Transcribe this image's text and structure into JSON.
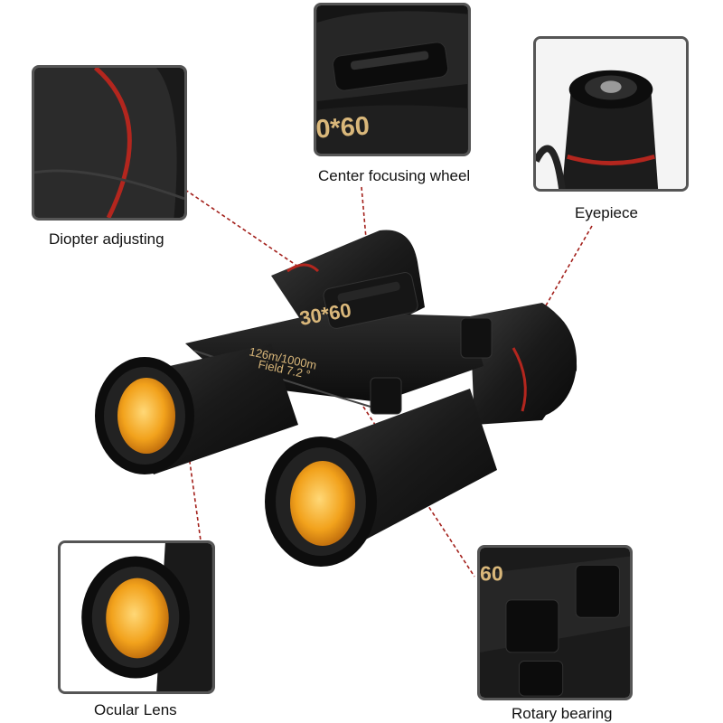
{
  "labels": {
    "diopter": "Diopter adjusting",
    "focus_wheel": "Center focusing wheel",
    "eyepiece": "Eyepiece",
    "ocular_lens": "Ocular Lens",
    "rotary_bearing": "Rotary bearing"
  },
  "product": {
    "model": "30*60",
    "field_line1": "126m/1000m",
    "field_line2": "Field 7.2 °",
    "inset_model_fragment": "0*60",
    "inset_bearing_fragment": "60"
  },
  "colors": {
    "body": "#1b1b1b",
    "accent_red": "#b3261e",
    "lens_orange": "#f2a21c",
    "text_gold": "#d9b77a",
    "leader_line": "#a3201b",
    "frame": "#555555"
  }
}
